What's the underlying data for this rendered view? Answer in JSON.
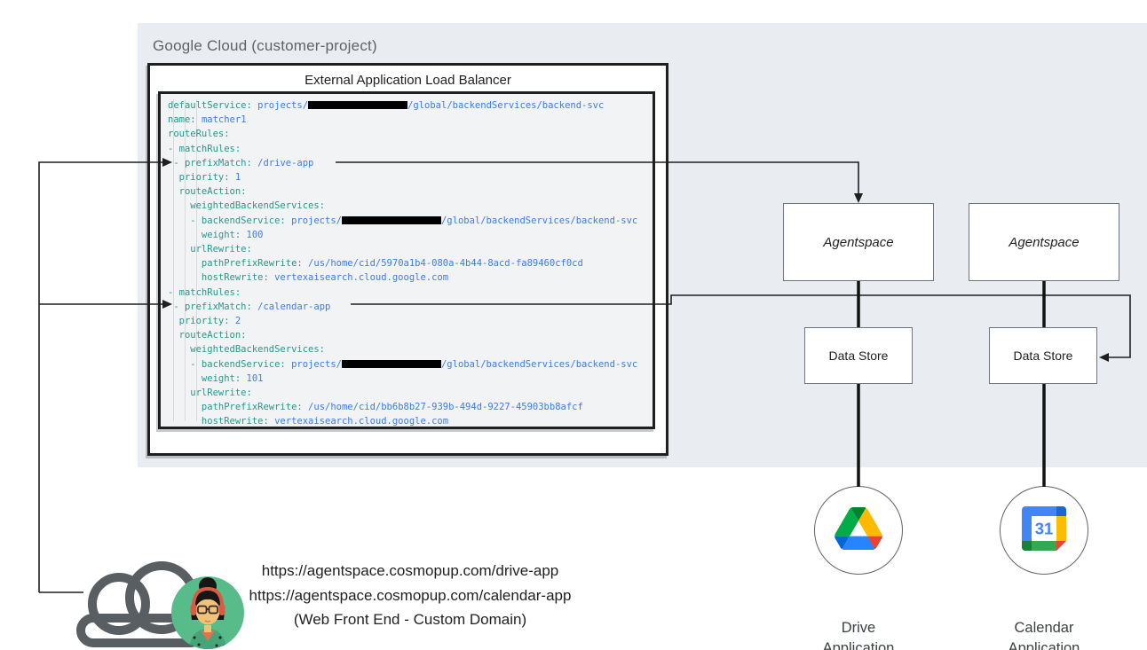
{
  "header": {
    "title": "Google Cloud (customer-project)"
  },
  "load_balancer": {
    "title": "External Application Load Balancer",
    "code_lines": [
      [
        {
          "c": "k",
          "t": "defaultService: "
        },
        {
          "c": "v",
          "t": "projects/"
        },
        {
          "c": "x",
          "t": ""
        },
        {
          "c": "v",
          "t": "/global/backendServices/backend-svc"
        }
      ],
      [
        {
          "c": "k",
          "t": "name: "
        },
        {
          "c": "v",
          "t": "matcher1"
        }
      ],
      [
        {
          "c": "k",
          "t": "routeRules:"
        }
      ],
      [
        {
          "c": "k",
          "t": "- matchRules:"
        }
      ],
      [
        {
          "c": "k",
          "t": " - prefixMatch: "
        },
        {
          "c": "v",
          "t": "/drive-app"
        }
      ],
      [
        {
          "c": "k",
          "t": "  priority: "
        },
        {
          "c": "v",
          "t": "1"
        }
      ],
      [
        {
          "c": "k",
          "t": "  routeAction:"
        }
      ],
      [
        {
          "c": "k",
          "t": "    weightedBackendServices:"
        }
      ],
      [
        {
          "c": "k",
          "t": "    - backendService: "
        },
        {
          "c": "v",
          "t": "projects/"
        },
        {
          "c": "x",
          "t": ""
        },
        {
          "c": "v",
          "t": "/global/backendServices/backend-svc"
        }
      ],
      [
        {
          "c": "k",
          "t": "      weight: "
        },
        {
          "c": "v",
          "t": "100"
        }
      ],
      [
        {
          "c": "k",
          "t": "    urlRewrite:"
        }
      ],
      [
        {
          "c": "k",
          "t": "      pathPrefixRewrite: "
        },
        {
          "c": "v",
          "t": "/us/home/cid/5970a1b4-080a-4b44-8acd-fa89460cf0cd"
        }
      ],
      [
        {
          "c": "k",
          "t": "      hostRewrite: "
        },
        {
          "c": "v",
          "t": "vertexaisearch.cloud.google.com"
        }
      ],
      [
        {
          "c": "k",
          "t": "- matchRules:"
        }
      ],
      [
        {
          "c": "k",
          "t": " - prefixMatch: "
        },
        {
          "c": "v",
          "t": "/calendar-app"
        }
      ],
      [
        {
          "c": "k",
          "t": "  priority: "
        },
        {
          "c": "v",
          "t": "2"
        }
      ],
      [
        {
          "c": "k",
          "t": "  routeAction:"
        }
      ],
      [
        {
          "c": "k",
          "t": "    weightedBackendServices:"
        }
      ],
      [
        {
          "c": "k",
          "t": "    - backendService: "
        },
        {
          "c": "v",
          "t": "projects/"
        },
        {
          "c": "x",
          "t": ""
        },
        {
          "c": "v",
          "t": "/global/backendServices/backend-svc"
        }
      ],
      [
        {
          "c": "k",
          "t": "      weight: "
        },
        {
          "c": "v",
          "t": "101"
        }
      ],
      [
        {
          "c": "k",
          "t": "    urlRewrite:"
        }
      ],
      [
        {
          "c": "k",
          "t": "      pathPrefixRewrite: "
        },
        {
          "c": "v",
          "t": "/us/home/cid/bb6b8b27-939b-494d-9227-45903bb8afcf"
        }
      ],
      [
        {
          "c": "k",
          "t": "      hostRewrite: "
        },
        {
          "c": "v",
          "t": "vertexaisearch.cloud.google.com"
        }
      ]
    ]
  },
  "agentspace": {
    "box1_label": "Agentspace",
    "box2_label": "Agentspace"
  },
  "data_store": {
    "box1_label": "Data Store",
    "box2_label": "Data Store"
  },
  "apps": {
    "drive": {
      "line1": "Drive",
      "line2": "Application"
    },
    "calendar": {
      "line1": "Calendar",
      "line2": "Application",
      "day": "31"
    }
  },
  "frontend": {
    "url_drive": "https://agentspace.cosmopup.com/drive-app",
    "url_calendar": "https://agentspace.cosmopup.com/calendar-app",
    "caption": "(Web Front End - Custom Domain)"
  },
  "colors": {
    "panel_bg": "#e9edf1",
    "code_bg": "#f1f3f5",
    "code_key": "#2b968b",
    "code_value": "#3d7ce5",
    "redaction": "#000000",
    "border_black": "#1f1f1f",
    "node_border_gray": "#707579",
    "header_gray": "#5f6368",
    "drive_blue": "#2684fc",
    "drive_green": "#00ac47",
    "drive_yellow": "#ffba00",
    "drive_red": "#ea4335",
    "calendar_blue": "#4285f4",
    "calendar_dark_blue": "#1967d2",
    "calendar_yellow": "#fbbc04",
    "calendar_green": "#34a853",
    "calendar_dark_green": "#188038",
    "calendar_red": "#ea4335",
    "avatar_bg_green": "#57bb8a"
  }
}
